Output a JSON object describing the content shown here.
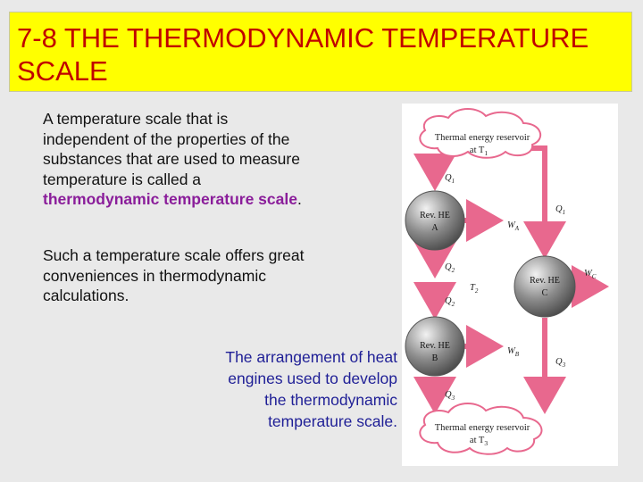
{
  "slide": {
    "title": "7-8 THE THERMODYNAMIC TEMPERATURE SCALE",
    "para1_text": "A temperature scale that is independent of the properties of the substances that are used to measure temperature is called a ",
    "para1_highlight": "thermodynamic temperature scale",
    "para1_end": ".",
    "para2": "Such a temperature scale offers great conveniences in thermodynamic calculations.",
    "caption": "The arrangement of heat engines used to develop the thermodynamic temperature scale.",
    "colors": {
      "title_bg": "#ffff00",
      "title_text": "#c00000",
      "highlight": "#8a1d9a",
      "caption": "#1f1f96",
      "arrows": "#e8688e"
    }
  },
  "figure": {
    "reservoir_top": {
      "line1": "Thermal energy reservoir",
      "line2": "at T",
      "sub": "1"
    },
    "reservoir_bottom": {
      "line1": "Thermal energy reservoir",
      "line2": "at T",
      "sub": "3"
    },
    "engine_a": {
      "line1": "Rev. HE",
      "line2": "A"
    },
    "engine_b": {
      "line1": "Rev. HE",
      "line2": "B"
    },
    "engine_c": {
      "line1": "Rev. HE",
      "line2": "C"
    },
    "labels": {
      "q1_left": "Q",
      "q1_left_sub": "1",
      "q1_right": "Q",
      "q1_right_sub": "1",
      "wa": "W",
      "wa_sub": "A",
      "q2_top": "Q",
      "q2_top_sub": "2",
      "t2": "T",
      "t2_sub": "2",
      "q2_bottom": "Q",
      "q2_bottom_sub": "2",
      "wc": "W",
      "wc_sub": "C",
      "wb": "W",
      "wb_sub": "B",
      "q3_left": "Q",
      "q3_left_sub": "3",
      "q3_right": "Q",
      "q3_right_sub": "3"
    }
  }
}
